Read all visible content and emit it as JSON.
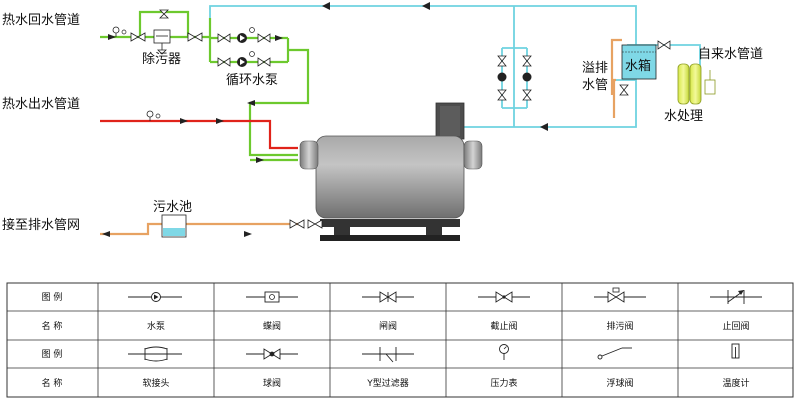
{
  "labels": {
    "hot_water_return": "热水回水管道",
    "hot_water_out": "热水出水管道",
    "drain_connect": "接至排水管网",
    "decontaminator": "除污器",
    "circulation_pump": "循环水泵",
    "sewage_pool": "污水池",
    "overflow_1": "溢排",
    "overflow_2": "水管",
    "water_tank": "水箱",
    "tap_water": "自来水管道",
    "water_treatment": "水处理"
  },
  "legend": {
    "row1_head": "图  例",
    "row2_head": "名  称",
    "row3_head": "图  例",
    "row4_head": "名  称",
    "names_top": [
      "水泵",
      "蝶阀",
      "闸阀",
      "截止阀",
      "排污阀",
      "止回阀"
    ],
    "names_bottom": [
      "软接头",
      "球阀",
      "Y型过滤器",
      "压力表",
      "浮球阀",
      "温度计"
    ],
    "symbols_top": [
      "pump-symbol",
      "butterfly-valve-symbol",
      "gate-valve-symbol",
      "stop-valve-symbol",
      "blowdown-valve-symbol",
      "check-valve-symbol"
    ],
    "symbols_bottom": [
      "flexible-joint-symbol",
      "ball-valve-symbol",
      "y-strainer-symbol",
      "pressure-gauge-symbol",
      "float-valve-symbol",
      "thermometer-symbol"
    ]
  },
  "colors": {
    "hot_out_pipe": "#e0231a",
    "return_pipe": "#6dc92e",
    "makeup_pipe": "#6fd3e0",
    "drain_pipe": "#e7a262",
    "boiler_body": "#8e8e8e",
    "tank_water": "#7fd8e6"
  }
}
